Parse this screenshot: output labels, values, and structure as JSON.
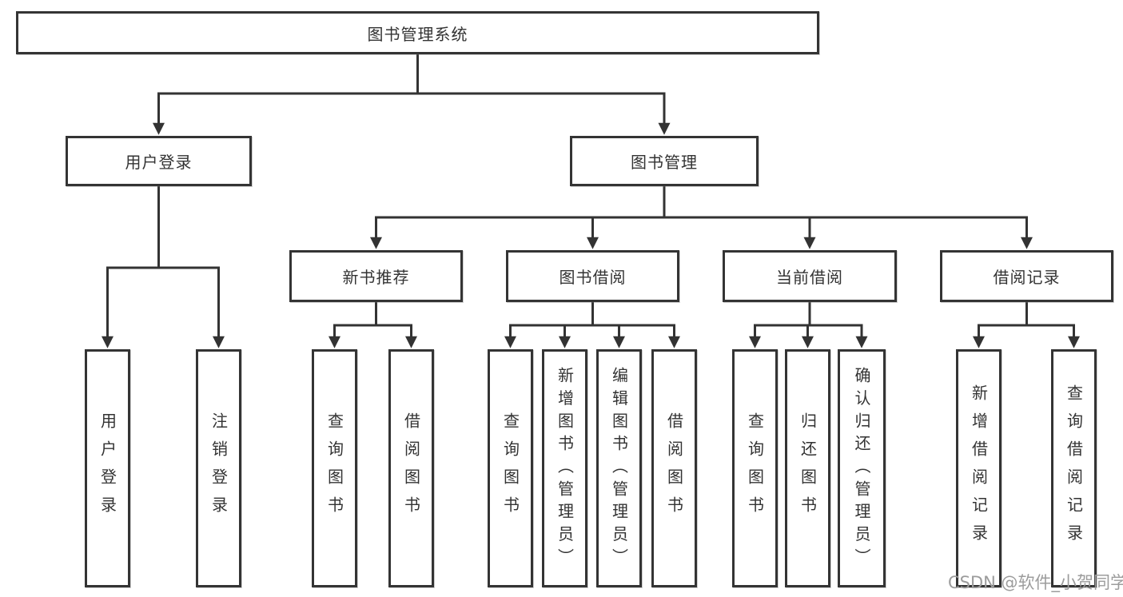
{
  "diagram_title": "图书管理系统",
  "tree": {
    "label": "图书管理系统",
    "children": [
      {
        "label": "用户登录",
        "children": [
          {
            "label": "用户登录"
          },
          {
            "label": "注销登录"
          }
        ]
      },
      {
        "label": "图书管理",
        "children": [
          {
            "label": "新书推荐",
            "children": [
              {
                "label": "查询图书"
              },
              {
                "label": "借阅图书"
              }
            ]
          },
          {
            "label": "图书借阅",
            "children": [
              {
                "label": "查询图书"
              },
              {
                "label": "新增图书（管理员）"
              },
              {
                "label": "编辑图书（管理员）"
              },
              {
                "label": "借阅图书"
              }
            ]
          },
          {
            "label": "当前借阅",
            "children": [
              {
                "label": "查询图书"
              },
              {
                "label": "归还图书"
              },
              {
                "label": "确认归还（管理员）"
              }
            ]
          },
          {
            "label": "借阅记录",
            "children": [
              {
                "label": "新增借阅记录"
              },
              {
                "label": "查询借阅记录"
              }
            ]
          }
        ]
      }
    ]
  },
  "watermark": "CSDN @软件_小贺同学",
  "colors": {
    "line": "#333333",
    "box_border": "#343434",
    "box_background": "#ffffff",
    "text": "#333333",
    "watermark": "#9c9c9c",
    "page_background": "#ffffff"
  }
}
